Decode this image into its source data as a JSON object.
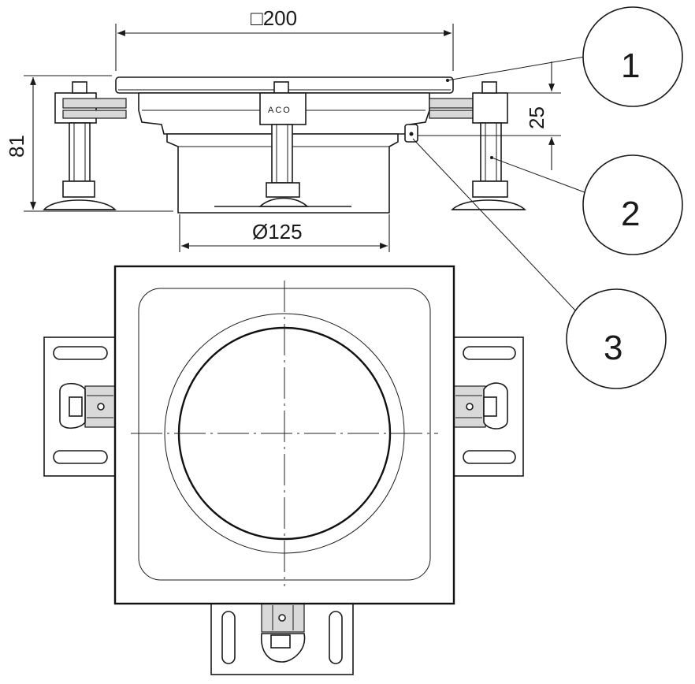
{
  "dimensions": {
    "width_label": "□200",
    "diameter_label": "Ø125",
    "height_label": "81",
    "offset_label": "25"
  },
  "callouts": [
    {
      "id": "1",
      "label": "1"
    },
    {
      "id": "2",
      "label": "2"
    },
    {
      "id": "3",
      "label": "3"
    }
  ],
  "branding": {
    "mark": "ACO"
  }
}
